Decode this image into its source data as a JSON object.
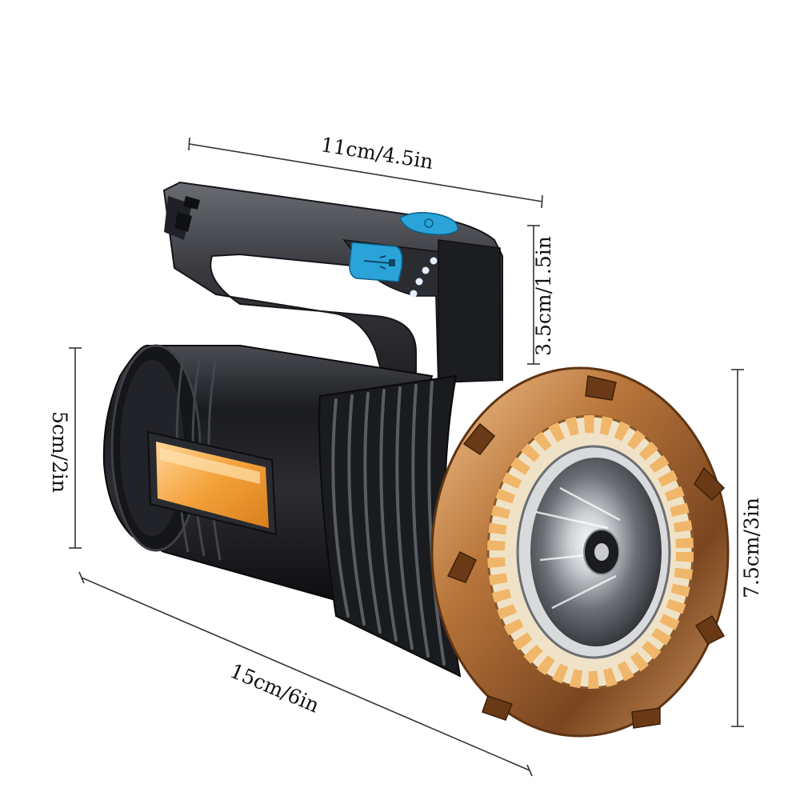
{
  "product": {
    "name": "",
    "colors": {
      "body": "#1e1f23",
      "trim": "#b8753a",
      "trim_light": "#e6b27a",
      "cob": "#f4a13a",
      "button": "#2aa3d8",
      "led_ring_warm": "#f0b66a",
      "led_ring_cool": "#f4ead0"
    }
  },
  "dimensions": {
    "top_width": "11cm/4.5in",
    "handle_height": "3.5cm/1.5in",
    "body_diameter": "5cm/2in",
    "head_diameter": "7.5cm/3in",
    "length": "15cm/6in"
  },
  "icons": {
    "usb": "usb-icon",
    "power": "power-button-icon"
  }
}
